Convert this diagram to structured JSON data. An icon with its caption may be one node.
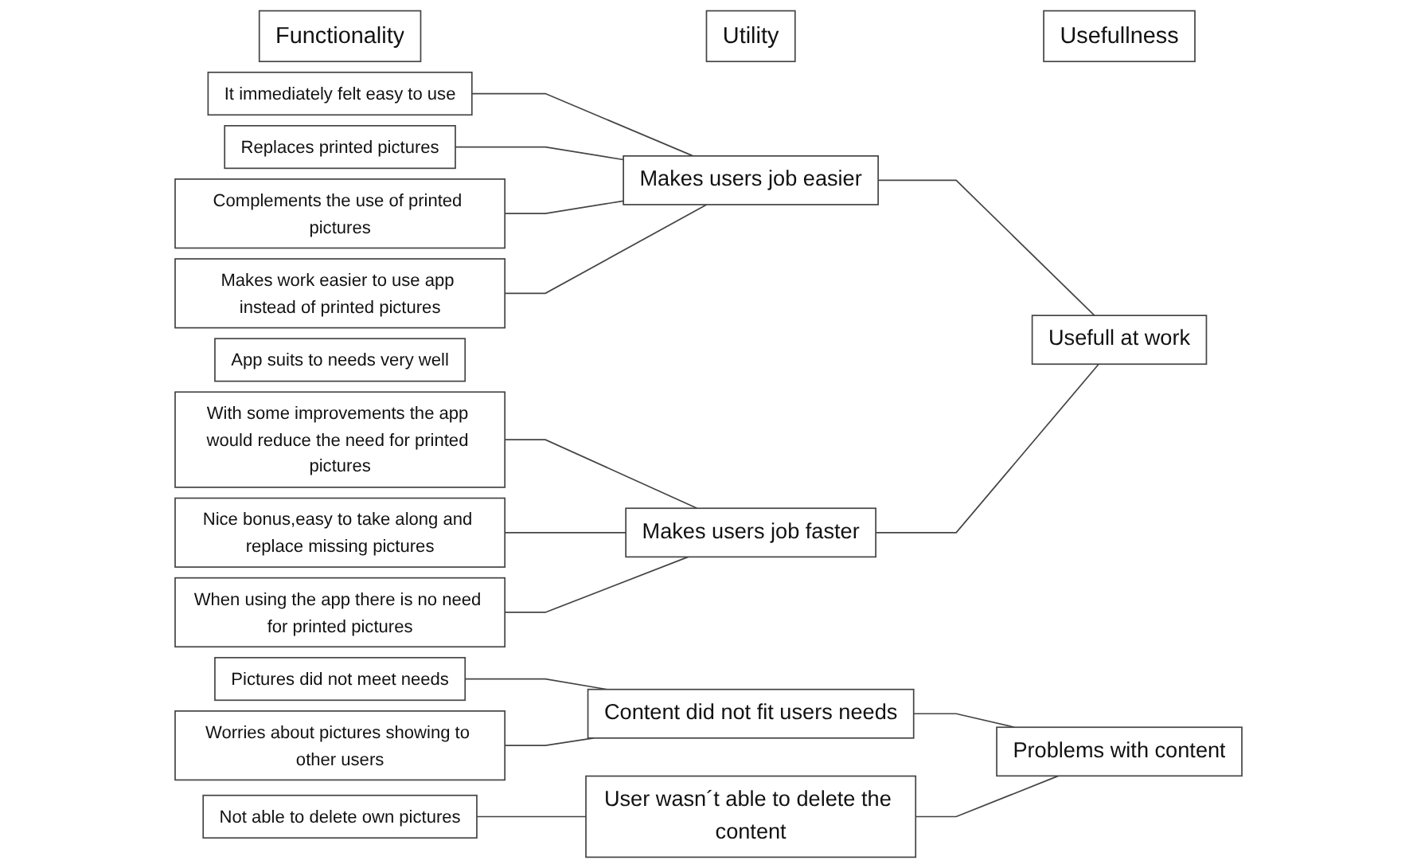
{
  "diagram": {
    "nodes": [
      {
        "text": [
          "Functionality"
        ]
      },
      {
        "text": [
          "Utility"
        ]
      },
      {
        "text": [
          "Usefullness"
        ]
      },
      {
        "text": [
          "It immediately felt easy to use"
        ]
      },
      {
        "text": [
          "Pictures did not meet needs"
        ]
      },
      {
        "text": [
          "Worries about pictures showing to other users"
        ]
      },
      {
        "text": [
          "Not able to delete own pictures"
        ]
      },
      {
        "text": [
          "App suits to needs very well"
        ]
      },
      {
        "text": [
          "Replaces printed pictures"
        ]
      },
      {
        "text": [
          "Complements the use of printed pictures"
        ]
      },
      {
        "text": [
          "Makes work easier to use app instead of printed pictures"
        ]
      },
      {
        "text": [
          "With some improvements the app would reduce the need for printed pictures"
        ]
      },
      {
        "text": [
          "Nice bonus,easy to take along and replace missing pictures"
        ]
      },
      {
        "text": [
          "When using the app there is no need for printed pictures"
        ]
      },
      {
        "text": [
          "Content did not fit users needs"
        ]
      },
      {
        "text": [
          "User wasn´t able to delete the content"
        ]
      },
      {
        "text": [
          "Makes users job easier"
        ]
      },
      {
        "text": [
          "Makes users job faster"
        ]
      },
      {
        "text": [
          "Problems with content"
        ]
      },
      {
        "text": [
          "Usefull at work"
        ]
      }
    ],
    "edges": [
      {
        "from": 3,
        "to": 16,
        "arrow": "none"
      },
      {
        "from": 4,
        "to": 14,
        "arrow": "none"
      },
      {
        "from": 5,
        "to": 14,
        "arrow": "none"
      },
      {
        "from": 6,
        "to": 15,
        "arrow": "none"
      },
      {
        "from": 8,
        "to": 16,
        "arrow": "none"
      },
      {
        "from": 9,
        "to": 16,
        "arrow": "none"
      },
      {
        "from": 10,
        "to": 16,
        "arrow": "none"
      },
      {
        "from": 11,
        "to": 17,
        "arrow": "none"
      },
      {
        "from": 12,
        "to": 17,
        "arrow": "none"
      },
      {
        "from": 13,
        "to": 17,
        "arrow": "none"
      },
      {
        "from": 14,
        "to": 18,
        "arrow": "none"
      },
      {
        "from": 15,
        "to": 18,
        "arrow": "none"
      },
      {
        "from": 16,
        "to": 19,
        "arrow": "none"
      },
      {
        "from": 17,
        "to": 19,
        "arrow": "none"
      }
    ]
  }
}
